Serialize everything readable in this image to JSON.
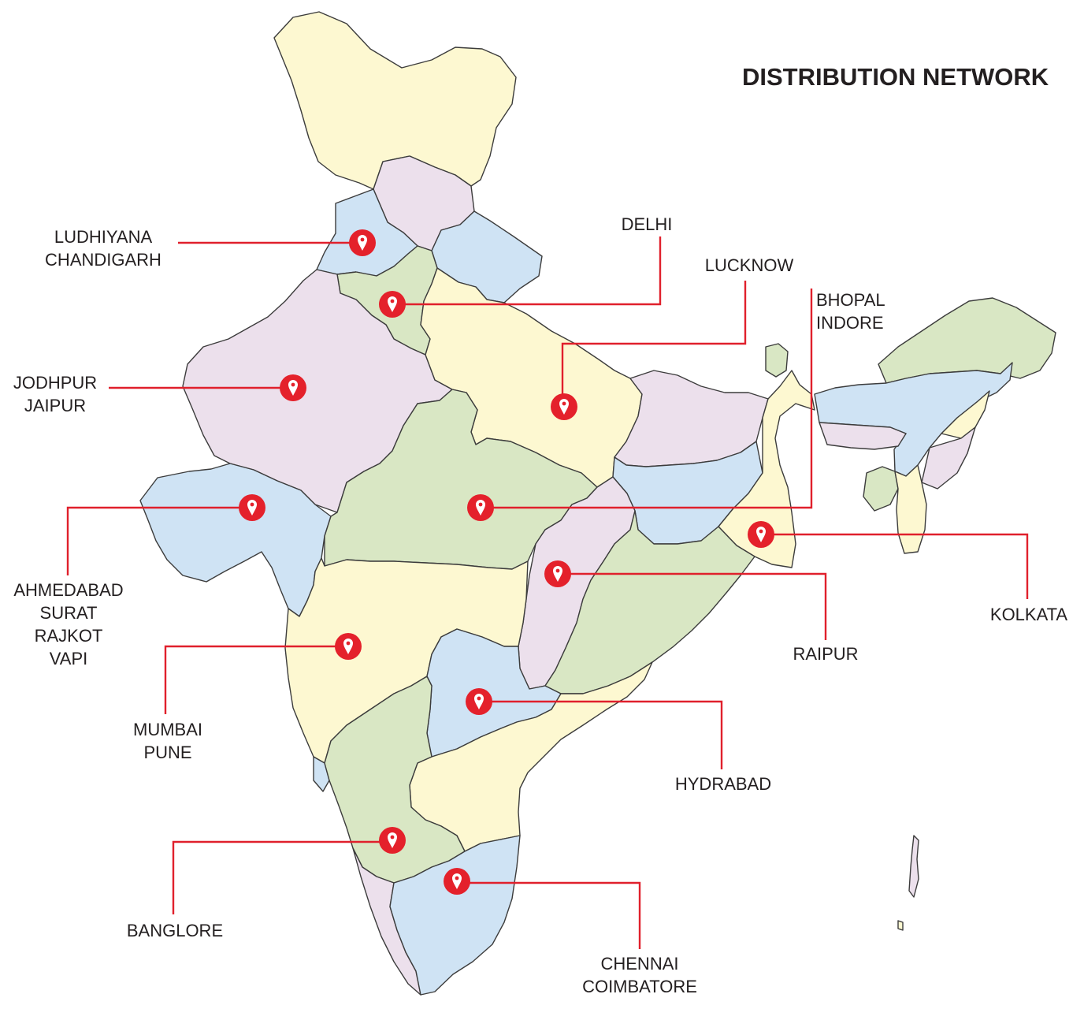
{
  "title": "DISTRIBUTION NETWORK",
  "colors": {
    "yellow": "#fdf8d1",
    "pink": "#ece0ec",
    "blue": "#cfe3f4",
    "green": "#d9e7c4",
    "marker": "#e4212b",
    "leader": "#e0202c",
    "border": "#3c3c3c"
  },
  "marker_icon": "map-pin-icon",
  "locations": [
    {
      "id": "ludhiyana",
      "lines": [
        "LUDHIYANA",
        "CHANDIGARH"
      ]
    },
    {
      "id": "delhi",
      "lines": [
        "DELHI"
      ]
    },
    {
      "id": "lucknow",
      "lines": [
        "LUCKNOW"
      ]
    },
    {
      "id": "bhopal",
      "lines": [
        "BHOPAL",
        "INDORE"
      ]
    },
    {
      "id": "jodhpur",
      "lines": [
        "JODHPUR",
        "JAIPUR"
      ]
    },
    {
      "id": "ahmedabad",
      "lines": [
        "AHMEDABAD",
        "SURAT",
        "RAJKOT",
        "VAPI"
      ]
    },
    {
      "id": "kolkata",
      "lines": [
        "KOLKATA"
      ]
    },
    {
      "id": "raipur",
      "lines": [
        "RAIPUR"
      ]
    },
    {
      "id": "mumbai",
      "lines": [
        "MUMBAI",
        "PUNE"
      ]
    },
    {
      "id": "hydrabad",
      "lines": [
        "HYDRABAD"
      ]
    },
    {
      "id": "banglore",
      "lines": [
        "BANGLORE"
      ]
    },
    {
      "id": "chennai",
      "lines": [
        "CHENNAI",
        "COIMBATORE"
      ]
    }
  ]
}
